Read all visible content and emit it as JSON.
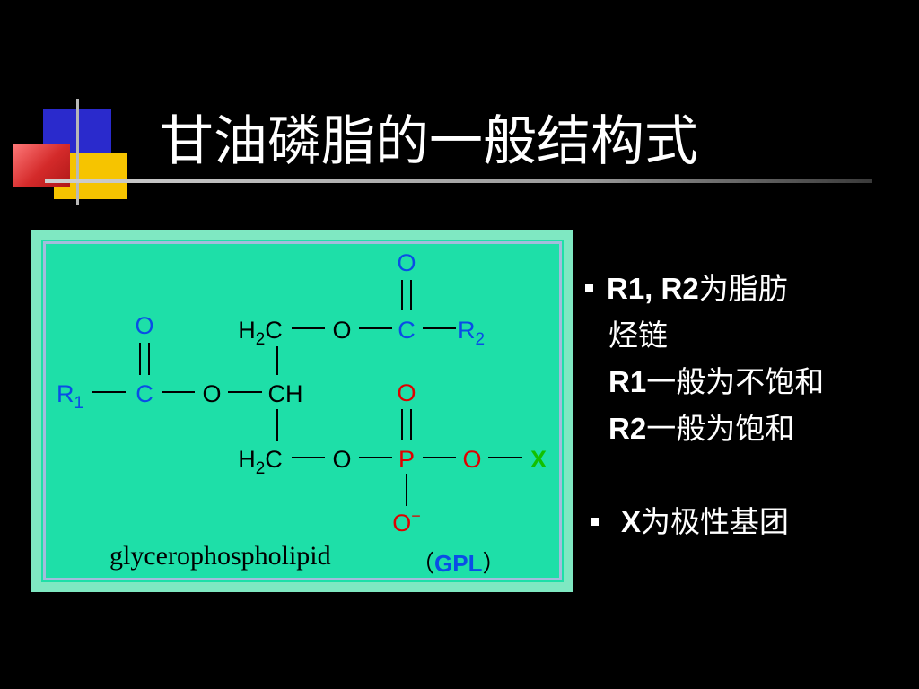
{
  "slide": {
    "title": "甘油磷脂的一般结构式"
  },
  "structure": {
    "atoms": {
      "o_top": "O",
      "c_top": "C",
      "r2": "R",
      "r2_sub": "2",
      "o_left": "O",
      "r1": "R",
      "r1_sub": "1",
      "c_left": "C",
      "o_ester_left": "O",
      "ch": "CH",
      "h2c_top": "H",
      "h2c_top_sub": "2",
      "h2c_top_c": "C",
      "o_ester_top": "O",
      "o_phos_top": "O",
      "p": "P",
      "o_phos_right": "O",
      "x": "X",
      "h2c_bot": "H",
      "h2c_bot_sub": "2",
      "h2c_bot_c": "C",
      "o_ester_bot": "O",
      "o_minus": "O",
      "minus": "−"
    },
    "caption": "glycerophospholipid",
    "abbr_open": "（",
    "abbr": "GPL",
    "abbr_close": "）",
    "colors": {
      "blue": "#0a4de6",
      "red": "#e00000",
      "green": "#13c000",
      "black": "#000000"
    }
  },
  "bullets": [
    {
      "lines": [
        {
          "strong": "R1, R2",
          "text": "为脂肪"
        },
        {
          "strong": "",
          "text": "烃链"
        },
        {
          "strong": "R1",
          "text": "一般为不饱和"
        },
        {
          "strong": "R2",
          "text": "一般为饱和"
        }
      ]
    },
    {
      "lines": [
        {
          "strong": "X",
          "text": "为极性基团"
        }
      ]
    }
  ]
}
